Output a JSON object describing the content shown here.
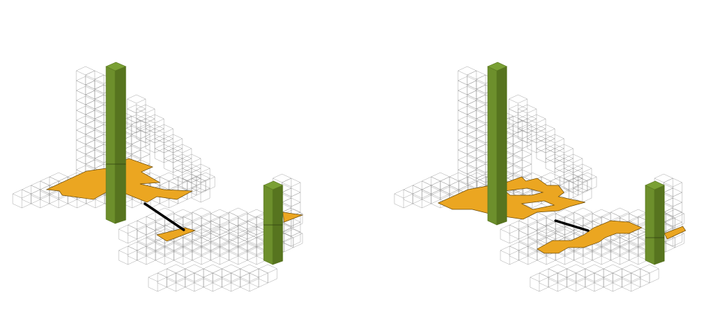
{
  "figure": {
    "panel_count": 2,
    "panels": [
      {
        "id": "left",
        "caption": ""
      },
      {
        "id": "right",
        "caption": ""
      }
    ]
  },
  "colors": {
    "background": "#ffffff",
    "wireframe": "#9a9a9a",
    "floor_fill": "#eba621",
    "floor_edge": "#6b4a08",
    "column_fill": "#6d8f2c",
    "column_top": "#7aa034",
    "column_dark": "#57741f",
    "connector": "#000000"
  },
  "legend": []
}
